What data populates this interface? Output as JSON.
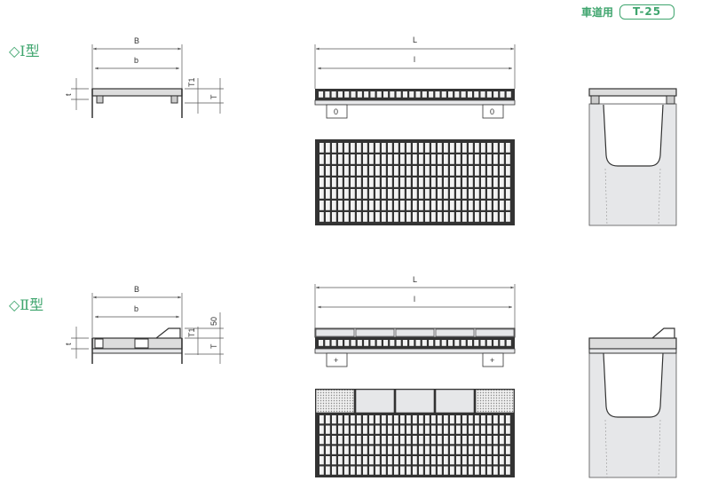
{
  "header": {
    "usage": "車道用",
    "load_class": "T-25"
  },
  "types": [
    {
      "title": "◇Ⅰ型",
      "dims": {
        "B": "B",
        "b": "b",
        "t": "t",
        "T1": "T1",
        "T": "T",
        "L": "L",
        "l": "l",
        "support": "0"
      }
    },
    {
      "title": "◇Ⅱ型",
      "dims": {
        "B": "B",
        "b": "b",
        "t": "t",
        "T1": "T1",
        "T": "T",
        "extra": "50",
        "L": "L",
        "l": "l",
        "support": "+"
      }
    }
  ],
  "colors": {
    "accent": "#3fa56e",
    "line": "#333333",
    "fill": "#e6e7e9"
  }
}
